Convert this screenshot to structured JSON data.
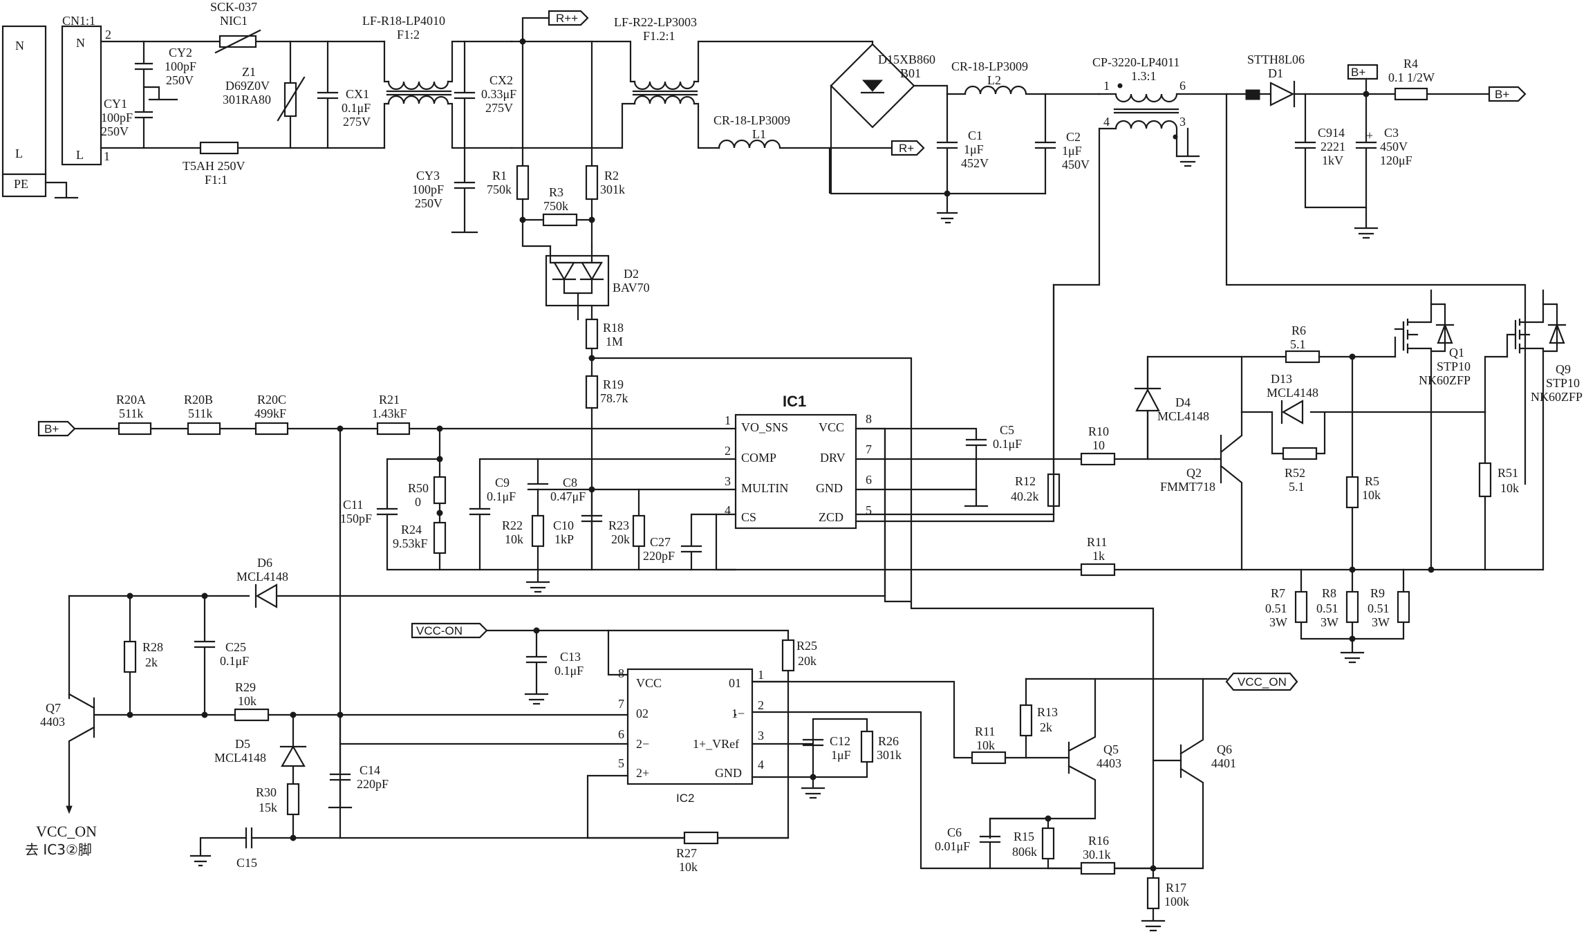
{
  "connector": {
    "name": "CN1:1",
    "pins": [
      "N",
      "L",
      "PE"
    ],
    "inner_pins": [
      "N",
      "L"
    ],
    "pin_numbers": [
      "2",
      "1"
    ]
  },
  "emi": {
    "cy2": [
      "CY2",
      "100pF",
      "250V"
    ],
    "cy1": [
      "CY1",
      "100pF",
      "250V"
    ],
    "ntc": [
      "SCK-037",
      "NIC1"
    ],
    "varistor": [
      "Z1",
      "D69Z0V",
      "301RA80"
    ],
    "cx1": [
      "CX1",
      "0.1μF",
      "275V"
    ],
    "fuse": [
      "T5AH  250V",
      "F1:1"
    ],
    "choke1": [
      "LF-R18-LP4010",
      "F1:2"
    ],
    "cx2": [
      "CX2",
      "0.33μF",
      "275V"
    ],
    "cy3": [
      "CY3",
      "100pF",
      "250V"
    ],
    "choke2": [
      "LF-R22-LP3003",
      "F1.2:1"
    ],
    "l1": [
      "CR-18-LP3009",
      "L1"
    ],
    "rpp_tag": "R++",
    "rp_tag": "R+"
  },
  "rectifier": {
    "bridge": [
      "D15XB860",
      "B01"
    ],
    "l2": [
      "CR-18-LP3009",
      "L2"
    ],
    "c1": [
      "C1",
      "1μF",
      "452V"
    ],
    "c2": [
      "C2",
      "1μF",
      "450V"
    ]
  },
  "pfc": {
    "transformer": [
      "CP-3220-LP4011",
      "1.3:1"
    ],
    "tpins": [
      "1",
      "6",
      "4",
      "3"
    ],
    "d1": [
      "STTH8L06",
      "D1"
    ],
    "r4": [
      "R4",
      "0.1  1/2W"
    ],
    "bplus": "B+",
    "c914": [
      "C914",
      "2221",
      "1kV"
    ],
    "c3": [
      "C3",
      "450V",
      "120μF"
    ]
  },
  "start": {
    "r1": [
      "R1",
      "750k"
    ],
    "r2": [
      "R2",
      "301k"
    ],
    "r3": [
      "R3",
      "750k"
    ],
    "d2": [
      "D2",
      "BAV70"
    ],
    "r18": [
      "R18",
      "1M"
    ],
    "r19": [
      "R19",
      "78.7k"
    ]
  },
  "ic1": {
    "title": "IC1",
    "left": [
      [
        "1",
        "VO_SNS"
      ],
      [
        "2",
        "COMP"
      ],
      [
        "3",
        "MULTIN"
      ],
      [
        "4",
        "CS"
      ]
    ],
    "right": [
      [
        "8",
        "VCC"
      ],
      [
        "7",
        "DRV"
      ],
      [
        "6",
        "GND"
      ],
      [
        "5",
        "ZCD"
      ]
    ]
  },
  "sense": {
    "bplus_in": "B+",
    "r20a": [
      "R20A",
      "511k"
    ],
    "r20b": [
      "R20B",
      "511k"
    ],
    "r20c": [
      "R20C",
      "499kF"
    ],
    "r21": [
      "R21",
      "1.43kF"
    ],
    "r50": [
      "R50",
      "0"
    ],
    "r24": [
      "R24",
      "9.53kF"
    ],
    "c11": [
      "C11",
      "150pF"
    ],
    "c9": [
      "C9",
      "0.1μF"
    ],
    "c8": [
      "C8",
      "0.47μF"
    ],
    "r22": [
      "R22",
      "10k"
    ],
    "c10": [
      "C10",
      "1kP"
    ],
    "r23": [
      "R23",
      "20k"
    ],
    "c27": [
      "C27",
      "220pF"
    ]
  },
  "driver": {
    "c5": [
      "C5",
      "0.1μF"
    ],
    "r10": [
      "R10",
      "10"
    ],
    "r12": [
      "R12",
      "40.2k"
    ],
    "d4": [
      "D4",
      "MCL4148"
    ],
    "r6": [
      "R6",
      "5.1"
    ],
    "d13": [
      "D13",
      "MCL4148"
    ],
    "r52": [
      "R52",
      "5.1"
    ],
    "q2": [
      "Q2",
      "FMMT718"
    ],
    "r11": [
      "R11",
      "1k"
    ],
    "r5": [
      "R5",
      "10k"
    ],
    "r51": [
      "R51",
      "10k"
    ],
    "q1": [
      "Q1",
      "STP10",
      "NK60ZFP"
    ],
    "q9": [
      "Q9",
      "STP10",
      "NK60ZFP"
    ],
    "r7": [
      "R7",
      "0.51",
      "3W"
    ],
    "r8": [
      "R8",
      "0.51",
      "3W"
    ],
    "r9": [
      "R9",
      "0.51",
      "3W"
    ]
  },
  "lower": {
    "d6": [
      "D6",
      "MCL4148"
    ],
    "r28": [
      "R28",
      "2k"
    ],
    "c25": [
      "C25",
      "0.1μF"
    ],
    "q7": [
      "Q7",
      "4403"
    ],
    "r29": [
      "R29",
      "10k"
    ],
    "d5": [
      "D5",
      "MCL4148"
    ],
    "c14": [
      "C14",
      "220pF"
    ],
    "r30": [
      "R30",
      "15k"
    ],
    "c15": "C15",
    "vcc_out": [
      "VCC_ON",
      "去 IC3②脚"
    ],
    "vcc_on_tag": "VCC-ON",
    "vcc_on_tag2": "VCC_ON",
    "c13": [
      "C13",
      "0.1μF"
    ],
    "r25": [
      "R25",
      "20k"
    ],
    "c12": [
      "C12",
      "1μF"
    ],
    "r26": [
      "R26",
      "301k"
    ],
    "r27": [
      "R27",
      "10k"
    ],
    "r11b": [
      "R11",
      "10k"
    ],
    "r13": [
      "R13",
      "2k"
    ],
    "q5": [
      "Q5",
      "4403"
    ],
    "q6": [
      "Q6",
      "4401"
    ],
    "c6": [
      "C6",
      "0.01μF"
    ],
    "r15": [
      "R15",
      "806k"
    ],
    "r16": [
      "R16",
      "30.1k"
    ],
    "r17": [
      "R17",
      "100k"
    ]
  },
  "ic2": {
    "title": "IC2",
    "left": [
      [
        "8",
        "VCC"
      ],
      [
        "7",
        "02"
      ],
      [
        "6",
        "2−"
      ],
      [
        "5",
        "2+"
      ]
    ],
    "right": [
      [
        "1",
        "01"
      ],
      [
        "2",
        "1−"
      ],
      [
        "3",
        "1+_VRef"
      ],
      [
        "4",
        "GND"
      ]
    ]
  }
}
